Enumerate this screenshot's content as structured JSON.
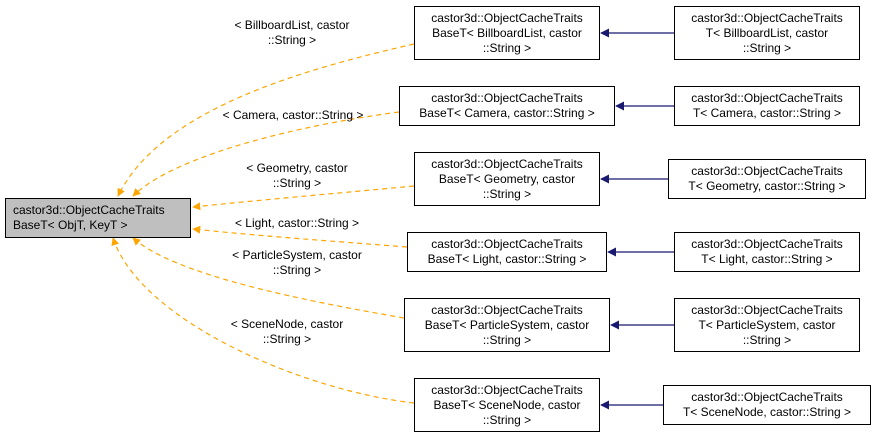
{
  "root": {
    "lines": [
      "castor3d::ObjectCacheTraits",
      "BaseT< ObjT, KeyT >"
    ]
  },
  "bases": [
    {
      "lines": [
        "castor3d::ObjectCacheTraits",
        "BaseT< BillboardList, castor",
        "::String >"
      ],
      "label": [
        "< BillboardList, castor",
        "::String >"
      ]
    },
    {
      "lines": [
        "castor3d::ObjectCacheTraits",
        "BaseT< Camera, castor::String >"
      ],
      "label": [
        "< Camera, castor::String >"
      ]
    },
    {
      "lines": [
        "castor3d::ObjectCacheTraits",
        "BaseT< Geometry, castor",
        "::String >"
      ],
      "label": [
        "< Geometry, castor",
        "::String >"
      ]
    },
    {
      "lines": [
        "castor3d::ObjectCacheTraits",
        "BaseT< Light, castor::String >"
      ],
      "label": [
        "< Light, castor::String >"
      ]
    },
    {
      "lines": [
        "castor3d::ObjectCacheTraits",
        "BaseT< ParticleSystem, castor",
        "::String >"
      ],
      "label": [
        "< ParticleSystem, castor",
        "::String >"
      ]
    },
    {
      "lines": [
        "castor3d::ObjectCacheTraits",
        "BaseT< SceneNode, castor",
        "::String >"
      ],
      "label": [
        "< SceneNode, castor",
        "::String >"
      ]
    }
  ],
  "derived": [
    {
      "lines": [
        "castor3d::ObjectCacheTraits",
        "T< BillboardList, castor",
        "::String >"
      ]
    },
    {
      "lines": [
        "castor3d::ObjectCacheTraits",
        "T< Camera, castor::String >"
      ]
    },
    {
      "lines": [
        "castor3d::ObjectCacheTraits",
        "T< Geometry, castor::String >"
      ]
    },
    {
      "lines": [
        "castor3d::ObjectCacheTraits",
        "T< Light, castor::String >"
      ]
    },
    {
      "lines": [
        "castor3d::ObjectCacheTraits",
        "T< ParticleSystem, castor",
        "::String >"
      ]
    },
    {
      "lines": [
        "castor3d::ObjectCacheTraits",
        "T< SceneNode, castor::String >"
      ]
    }
  ],
  "colors": {
    "template_edge": "#ffa500",
    "inherit_edge": "#191970",
    "root_fill": "#bfbfbf"
  }
}
